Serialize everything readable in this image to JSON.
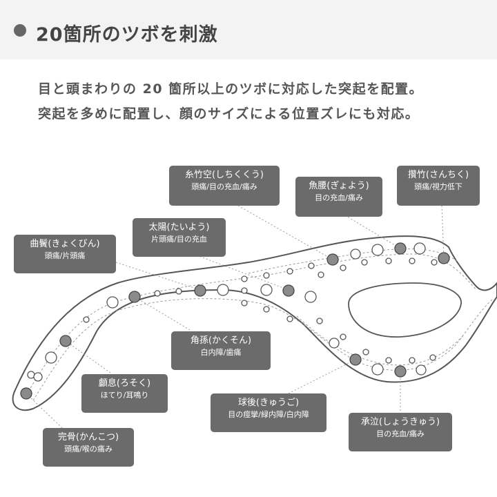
{
  "header": {
    "title": "20箇所のツボを刺激"
  },
  "description": {
    "line1": "目と頭まわりの 20 箇所以上のツボに対応した突起を配置。",
    "line2": "突起を多めに配置し、顔のサイズによる位置ズレにも対応。"
  },
  "colors": {
    "label_bg": "#6b6b6b",
    "acupoint_fill": "#888888",
    "outline": "#555555",
    "header_bg": "#f3f3f3"
  },
  "acupoints": [
    {
      "id": "shichikuku",
      "name": "糸竹空(しちくくう)",
      "effect": "頭痛/目の充血/痛み"
    },
    {
      "id": "gyoyo",
      "name": "魚腰(ぎょよう)",
      "effect": "目の充血/痛み"
    },
    {
      "id": "sanchiku",
      "name": "攢竹(さんちく)",
      "effect": "頭痛/視力低下"
    },
    {
      "id": "taiyo",
      "name": "太陽(たいよう)",
      "effect": "片頭痛/目の充血"
    },
    {
      "id": "kyokubin",
      "name": "曲鬢(きょくびん)",
      "effect": "頭痛/片頭痛"
    },
    {
      "id": "kakuson",
      "name": "角孫(かくそん)",
      "effect": "白内障/歯痛"
    },
    {
      "id": "rosoku",
      "name": "顱息(ろそく)",
      "effect": "ほてり/耳鳴り"
    },
    {
      "id": "kyugo",
      "name": "球後(きゅうご)",
      "effect": "目の痙攣/緑内障/白内障"
    },
    {
      "id": "shokyu",
      "name": "承泣(しょうきゅう)",
      "effect": "目の充血/痛み"
    },
    {
      "id": "kankotsu",
      "name": "完骨(かんこつ)",
      "effect": "頭痛/喉の痛み"
    }
  ]
}
